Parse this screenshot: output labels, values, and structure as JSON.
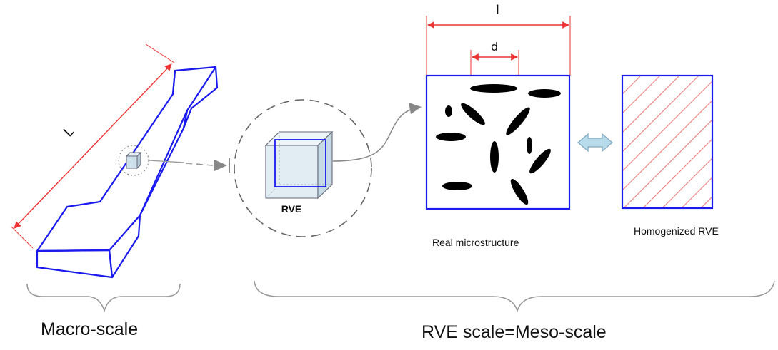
{
  "macro": {
    "length_label": "L",
    "scale_label": "Macro-scale"
  },
  "rve": {
    "cube_label": "RVE"
  },
  "micro": {
    "outer_dim_label": "l",
    "inner_dim_label": "d",
    "caption": "Real microstructure"
  },
  "homogenized": {
    "caption": "Homogenized RVE"
  },
  "meso": {
    "scale_label": "RVE scale=Meso-scale"
  },
  "colors": {
    "outline": "#1a1aee",
    "dimension": "#ee3333",
    "hatch": "#ee8888",
    "gray": "#777777",
    "inclusion": "#000000",
    "double_arrow": "#b9dcec"
  },
  "icons": {
    "equivalence": "double-arrow-icon"
  }
}
